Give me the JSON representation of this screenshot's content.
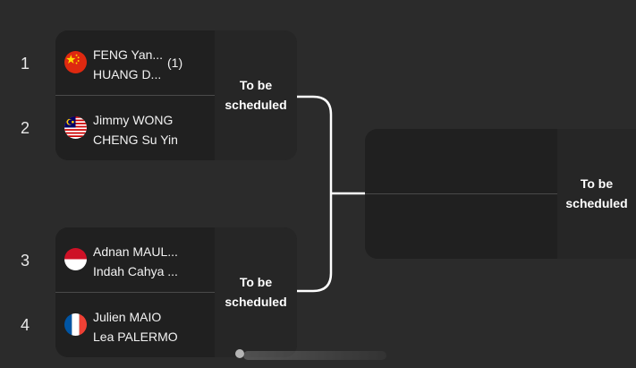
{
  "bracket": {
    "seeds": [
      "1",
      "2",
      "3",
      "4"
    ],
    "match1": {
      "team_a": {
        "player1": "FENG Yan...",
        "player2": "HUANG D...",
        "seed_tag": "(1)",
        "flag_icon": "china-flag-icon"
      },
      "team_b": {
        "player1": "Jimmy WONG",
        "player2": "CHENG Su Yin",
        "flag_icon": "malaysia-flag-icon"
      },
      "status_line1": "To be",
      "status_line2": "scheduled"
    },
    "match2": {
      "team_a": {
        "player1": "Adnan MAUL...",
        "player2": "Indah Cahya ...",
        "flag_icon": "indonesia-flag-icon"
      },
      "team_b": {
        "player1": "Julien MAIO",
        "player2": "Lea PALERMO",
        "flag_icon": "france-flag-icon"
      },
      "status_line1": "To be",
      "status_line2": "scheduled"
    },
    "final": {
      "status_line1": "To be",
      "status_line2": "scheduled"
    }
  },
  "colors": {
    "background": "#2b2b2b",
    "card": "#222222",
    "connector": "#ffffff",
    "text": "#f2f2f2"
  }
}
